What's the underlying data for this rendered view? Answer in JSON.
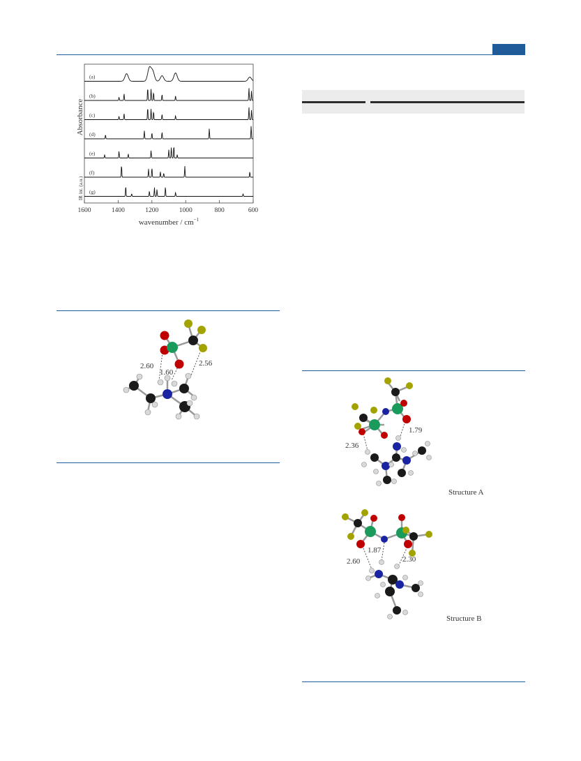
{
  "figure1": {
    "ylabel": "Absorbance",
    "ylabel2": "IR int. (a.u.)",
    "xlabel": "wavenumber / cm",
    "xlabel_sup": "−1",
    "trace_labels": [
      "(a)",
      "(b)",
      "(c)",
      "(d)",
      "(e)",
      "(f)",
      "(g)"
    ],
    "ticks": [
      "1600",
      "1400",
      "1200",
      "1000",
      "800",
      "600"
    ]
  },
  "chart_data": {
    "type": "line",
    "xlabel": "wavenumber / cm−1",
    "ylabel": "Absorbance",
    "xlim": [
      1600,
      600
    ],
    "x_ticks": [
      1600,
      1400,
      1200,
      1000,
      800,
      600
    ],
    "series": [
      {
        "name": "(a)",
        "peaks": [
          [
            1350,
            0.55
          ],
          [
            1215,
            0.95
          ],
          [
            1195,
            0.7
          ],
          [
            1140,
            0.4
          ],
          [
            1060,
            0.6
          ],
          [
            620,
            0.3
          ]
        ]
      },
      {
        "name": "(b)",
        "peaks": [
          [
            1395,
            0.25
          ],
          [
            1365,
            0.5
          ],
          [
            1225,
            0.95
          ],
          [
            1205,
            0.85
          ],
          [
            1190,
            0.6
          ],
          [
            1140,
            0.45
          ],
          [
            1060,
            0.35
          ],
          [
            625,
            0.9
          ],
          [
            610,
            0.7
          ]
        ]
      },
      {
        "name": "(c)",
        "peaks": [
          [
            1395,
            0.25
          ],
          [
            1365,
            0.45
          ],
          [
            1225,
            0.9
          ],
          [
            1205,
            0.8
          ],
          [
            1190,
            0.6
          ],
          [
            1140,
            0.4
          ],
          [
            1060,
            0.3
          ],
          [
            625,
            0.9
          ],
          [
            610,
            0.7
          ]
        ]
      },
      {
        "name": "(d)",
        "peaks": [
          [
            1475,
            0.3
          ],
          [
            1245,
            0.6
          ],
          [
            1200,
            0.45
          ],
          [
            1140,
            0.5
          ],
          [
            860,
            0.75
          ],
          [
            612,
            0.95
          ]
        ]
      },
      {
        "name": "(e)",
        "peaks": [
          [
            1480,
            0.25
          ],
          [
            1395,
            0.5
          ],
          [
            1340,
            0.3
          ],
          [
            1205,
            0.55
          ],
          [
            1100,
            0.6
          ],
          [
            1085,
            0.8
          ],
          [
            1070,
            0.9
          ],
          [
            1050,
            0.25
          ]
        ]
      },
      {
        "name": "(f)",
        "peaks": [
          [
            1380,
            0.9
          ],
          [
            1220,
            0.6
          ],
          [
            1200,
            0.7
          ],
          [
            1150,
            0.4
          ],
          [
            1130,
            0.3
          ],
          [
            1005,
            0.8
          ],
          [
            620,
            0.4
          ]
        ]
      },
      {
        "name": "(g)",
        "peaks": [
          [
            1355,
            0.75
          ],
          [
            1320,
            0.2
          ],
          [
            1215,
            0.4
          ],
          [
            1185,
            0.65
          ],
          [
            1170,
            0.5
          ],
          [
            1120,
            0.7
          ],
          [
            1060,
            0.3
          ],
          [
            660,
            0.2
          ]
        ]
      }
    ]
  },
  "figure2": {
    "distances": [
      "2.60",
      "1.60",
      "2.56"
    ]
  },
  "figure3": {
    "structure_a": {
      "label": "Structure A",
      "distances": [
        "1.79",
        "2.36"
      ]
    },
    "structure_b": {
      "label": "Structure B",
      "distances": [
        "1.87",
        "2.60",
        "2.30"
      ]
    }
  }
}
